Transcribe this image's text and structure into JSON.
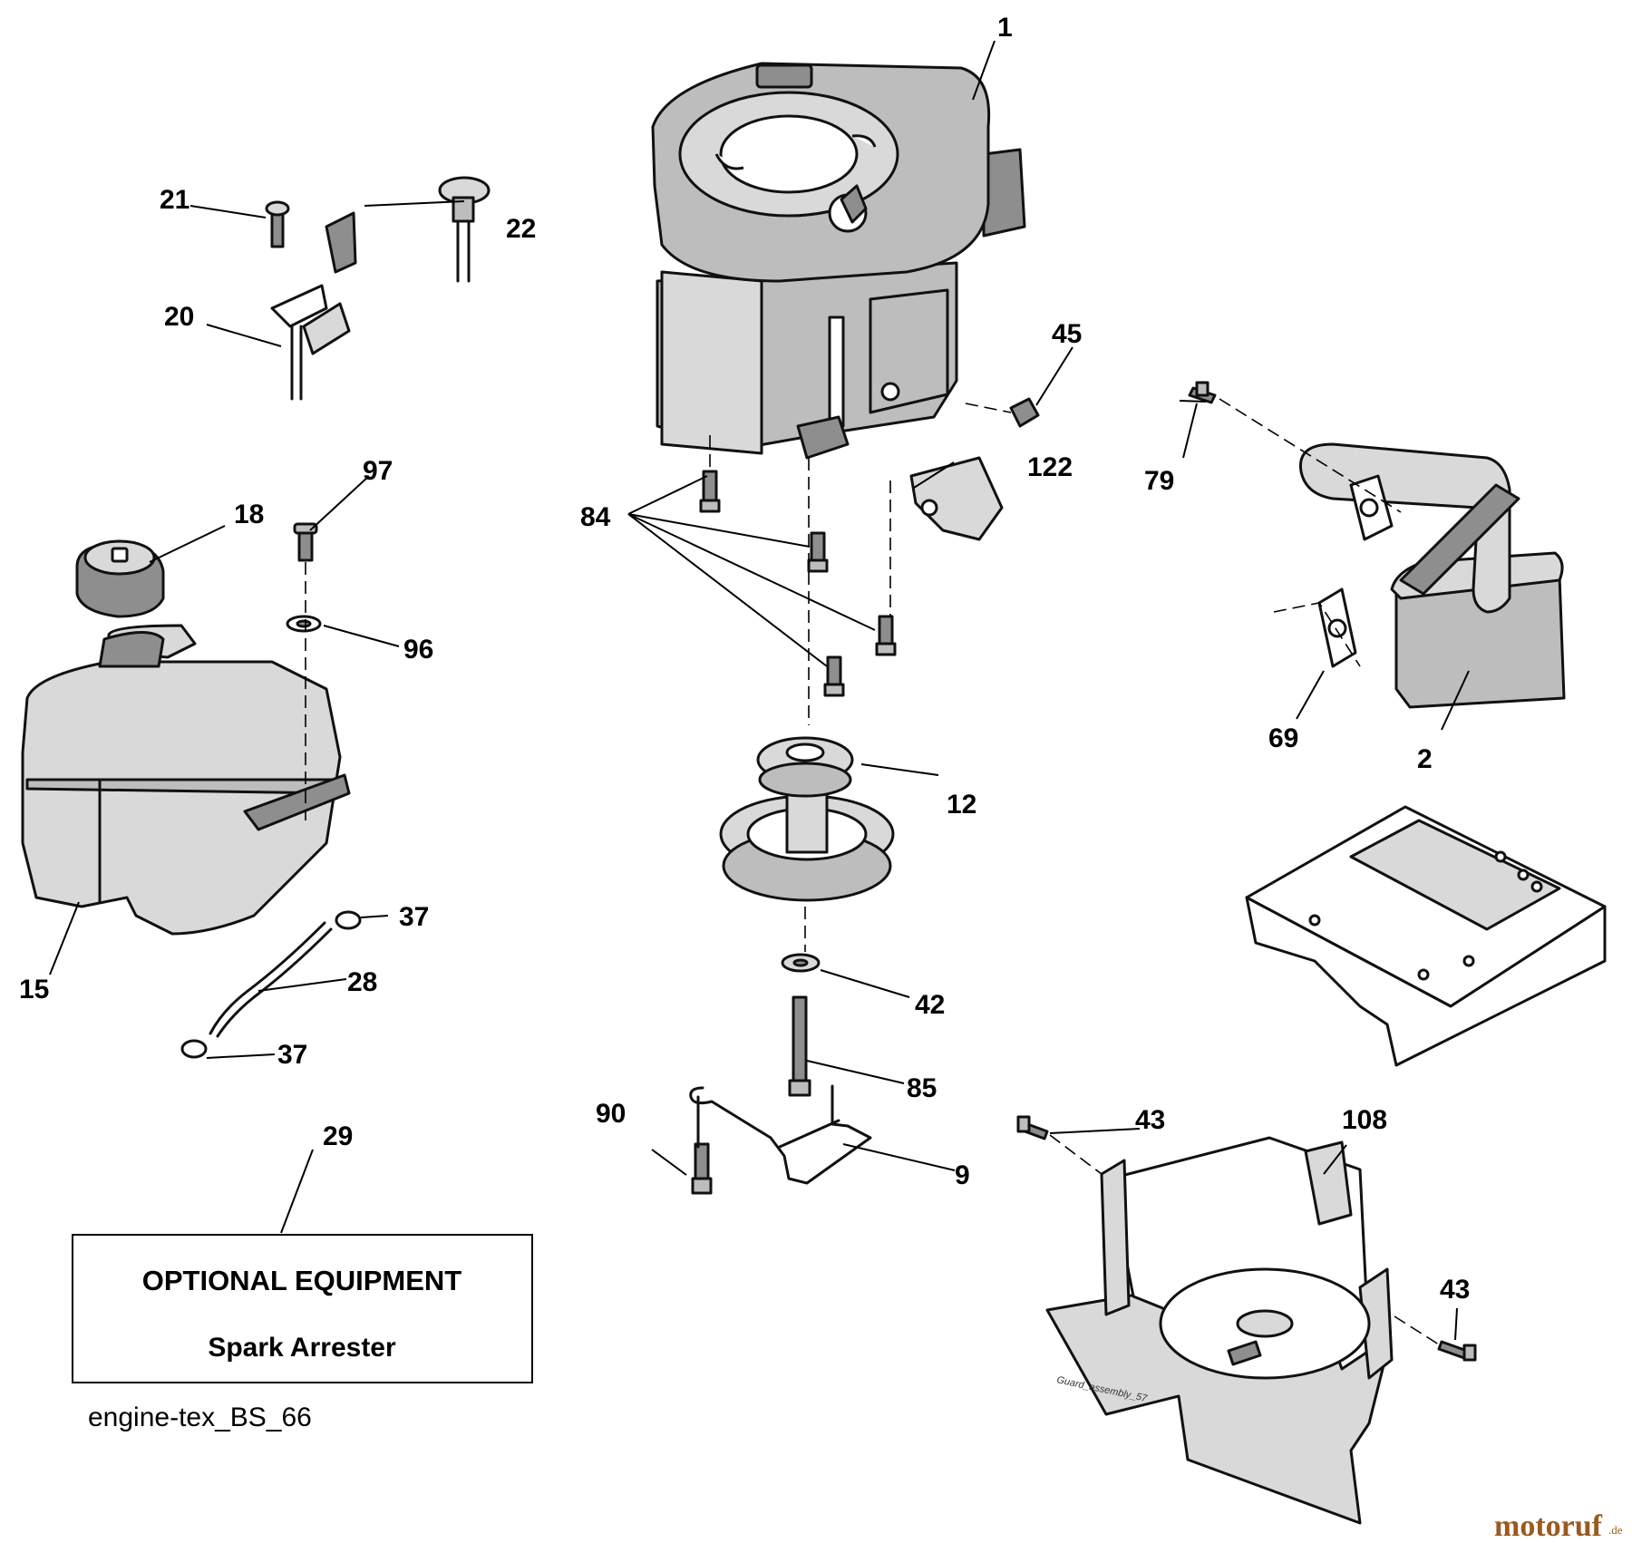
{
  "diagram": {
    "callouts": [
      "1",
      "2",
      "9",
      "12",
      "15",
      "18",
      "20",
      "21",
      "22",
      "28",
      "29",
      "37",
      "37",
      "42",
      "43",
      "43",
      "45",
      "69",
      "79",
      "84",
      "85",
      "90",
      "96",
      "97",
      "108",
      "122"
    ],
    "optional_box": {
      "title": "OPTIONAL EQUIPMENT",
      "subtitle": "Spark Arrester"
    },
    "reference_code": "engine-tex_BS_66",
    "guard_label": "Guard_assembly_57",
    "watermark": {
      "brand": "motoruf",
      "suffix": ".de"
    }
  }
}
